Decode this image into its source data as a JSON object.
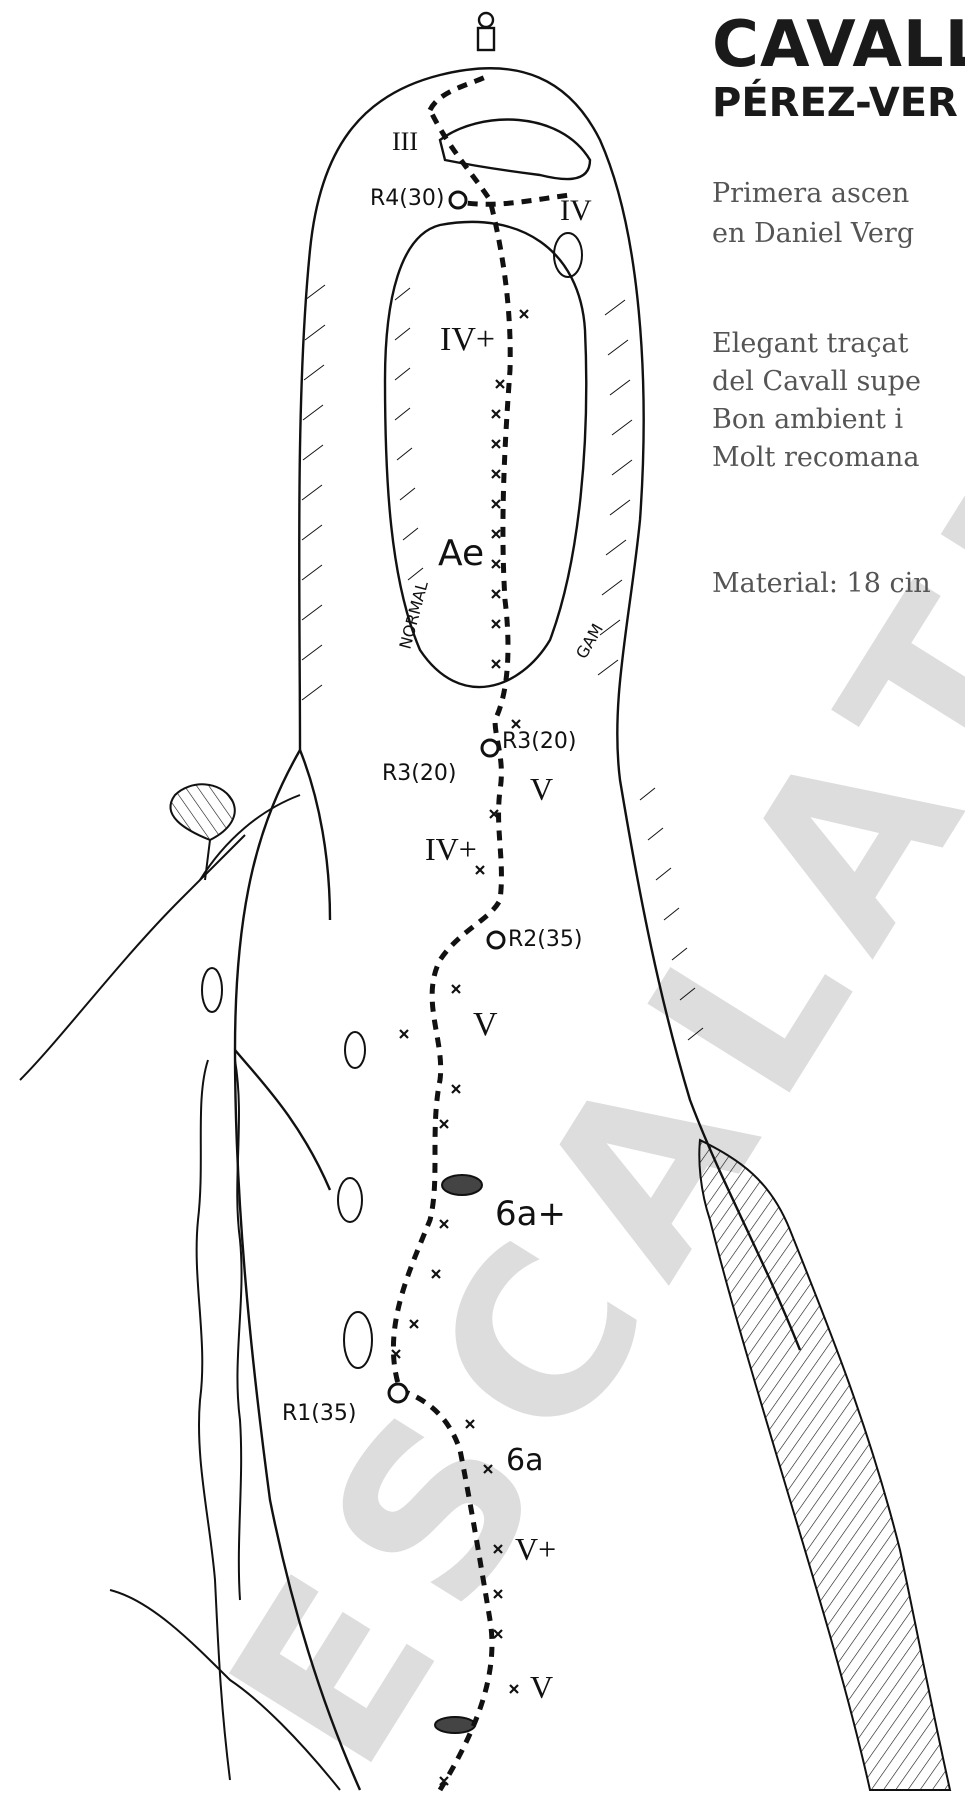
{
  "header": {
    "title": "CAVALL",
    "subtitle": "PÉREZ-VER"
  },
  "description": {
    "lines": [
      "Primera ascen",
      "en Daniel Verg",
      "Elegant traçat",
      "del Cavall supe",
      "Bon ambient i",
      "Molt recomana",
      "Material: 18 cin"
    ]
  },
  "topo": {
    "grades": [
      "III",
      "IV",
      "IV+",
      "Ae",
      "V",
      "IV+",
      "V",
      "6a+",
      "6a",
      "V+",
      "V"
    ],
    "belays": [
      "R4(30)",
      "R3(20)",
      "R3(20)",
      "R2(35)",
      "R1(35)"
    ],
    "route_names": [
      "NORMAL",
      "GAM"
    ]
  },
  "watermark": "ESCALATRO",
  "colors": {
    "ink": "#111111",
    "text_dark": "#1a1a1a",
    "text_gray": "#555555",
    "watermark": "#dddddd"
  }
}
